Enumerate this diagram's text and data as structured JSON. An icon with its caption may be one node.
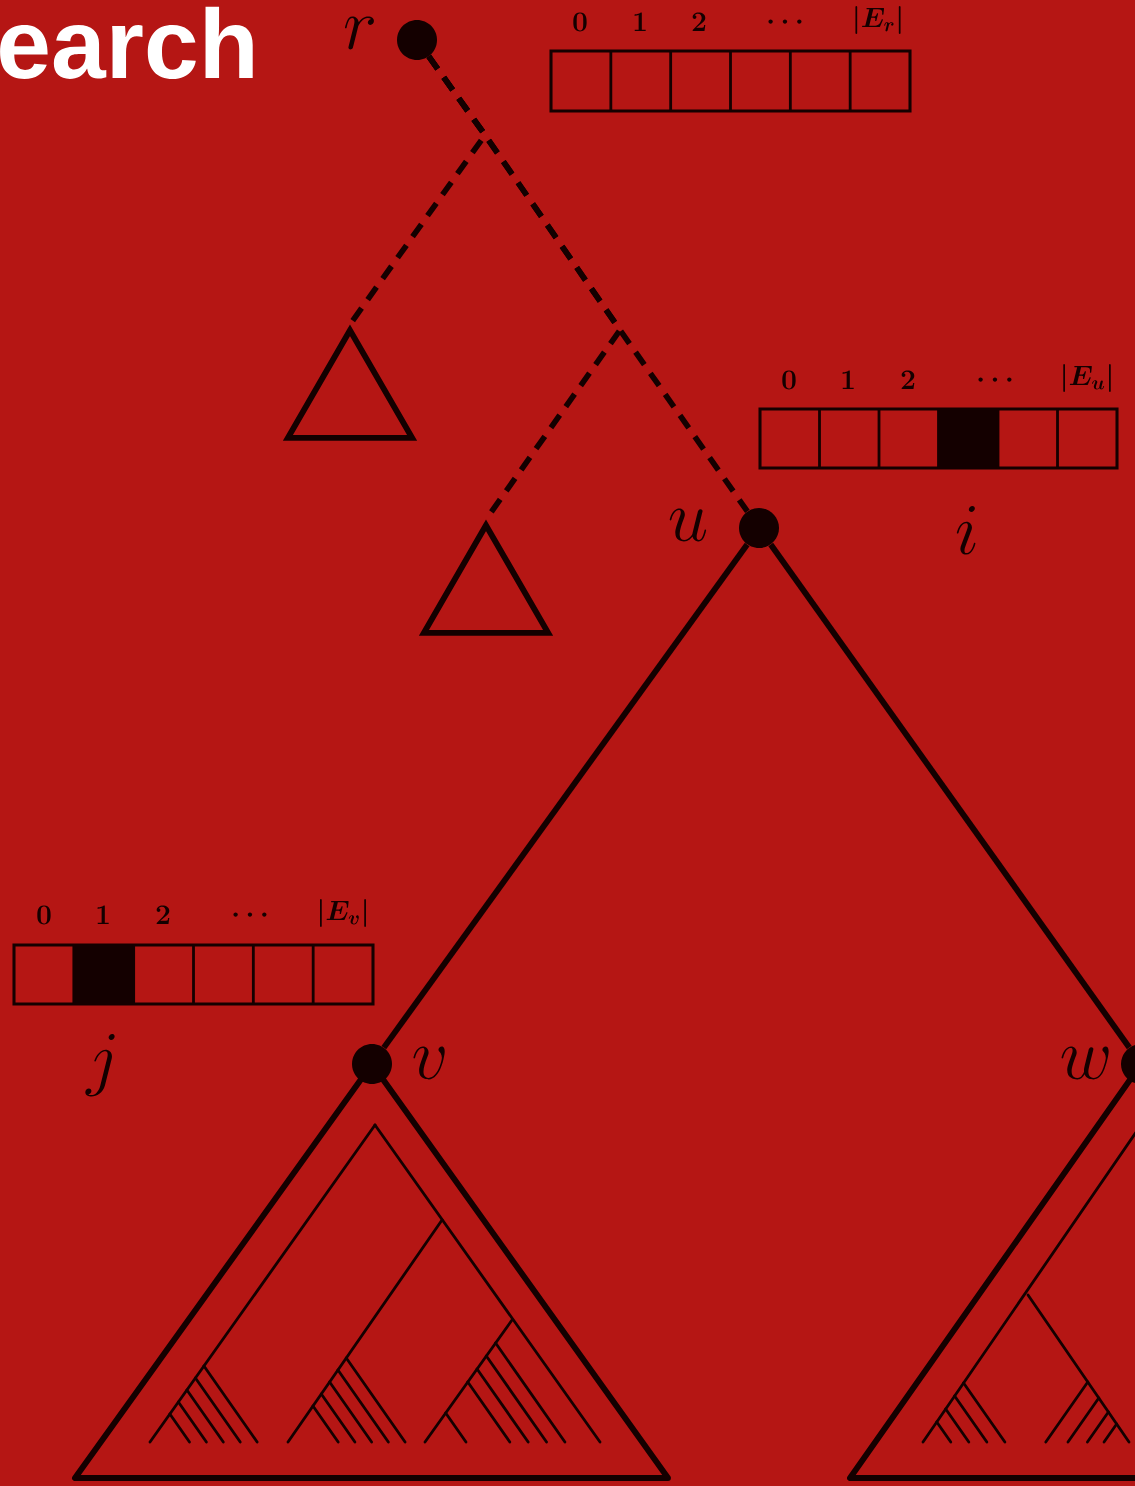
{
  "diagram": {
    "title": "earch",
    "nodes": [
      {
        "text": [],
        "shape": "circle",
        "beside": [
          "r"
        ]
      },
      {
        "text": [],
        "shape": "triangle"
      },
      {
        "text": [],
        "shape": "triangle"
      },
      {
        "text": [],
        "shape": "circle",
        "beside": [
          "u"
        ]
      },
      {
        "text": [],
        "shape": "circle",
        "beside": [
          "v"
        ]
      },
      {
        "text": [],
        "shape": "circle",
        "beside": [
          "w"
        ]
      }
    ],
    "edges": [
      {
        "from": 0,
        "to": 1,
        "arrow": "none",
        "style": "dashed"
      },
      {
        "from": 0,
        "to": 2,
        "arrow": "none",
        "style": "dashed"
      },
      {
        "from": 0,
        "to": 3,
        "arrow": "none",
        "style": "dashed"
      },
      {
        "from": 3,
        "to": 4,
        "arrow": "none"
      },
      {
        "from": 3,
        "to": 5,
        "arrow": "none"
      }
    ],
    "labels": [
      "0",
      "1",
      "2",
      "\\cdots",
      "|E_r|",
      "0",
      "1",
      "2",
      "\\cdots",
      "|E_u|",
      "i",
      "0",
      "1",
      "2",
      "\\cdots",
      "|E_v|",
      "j"
    ]
  }
}
